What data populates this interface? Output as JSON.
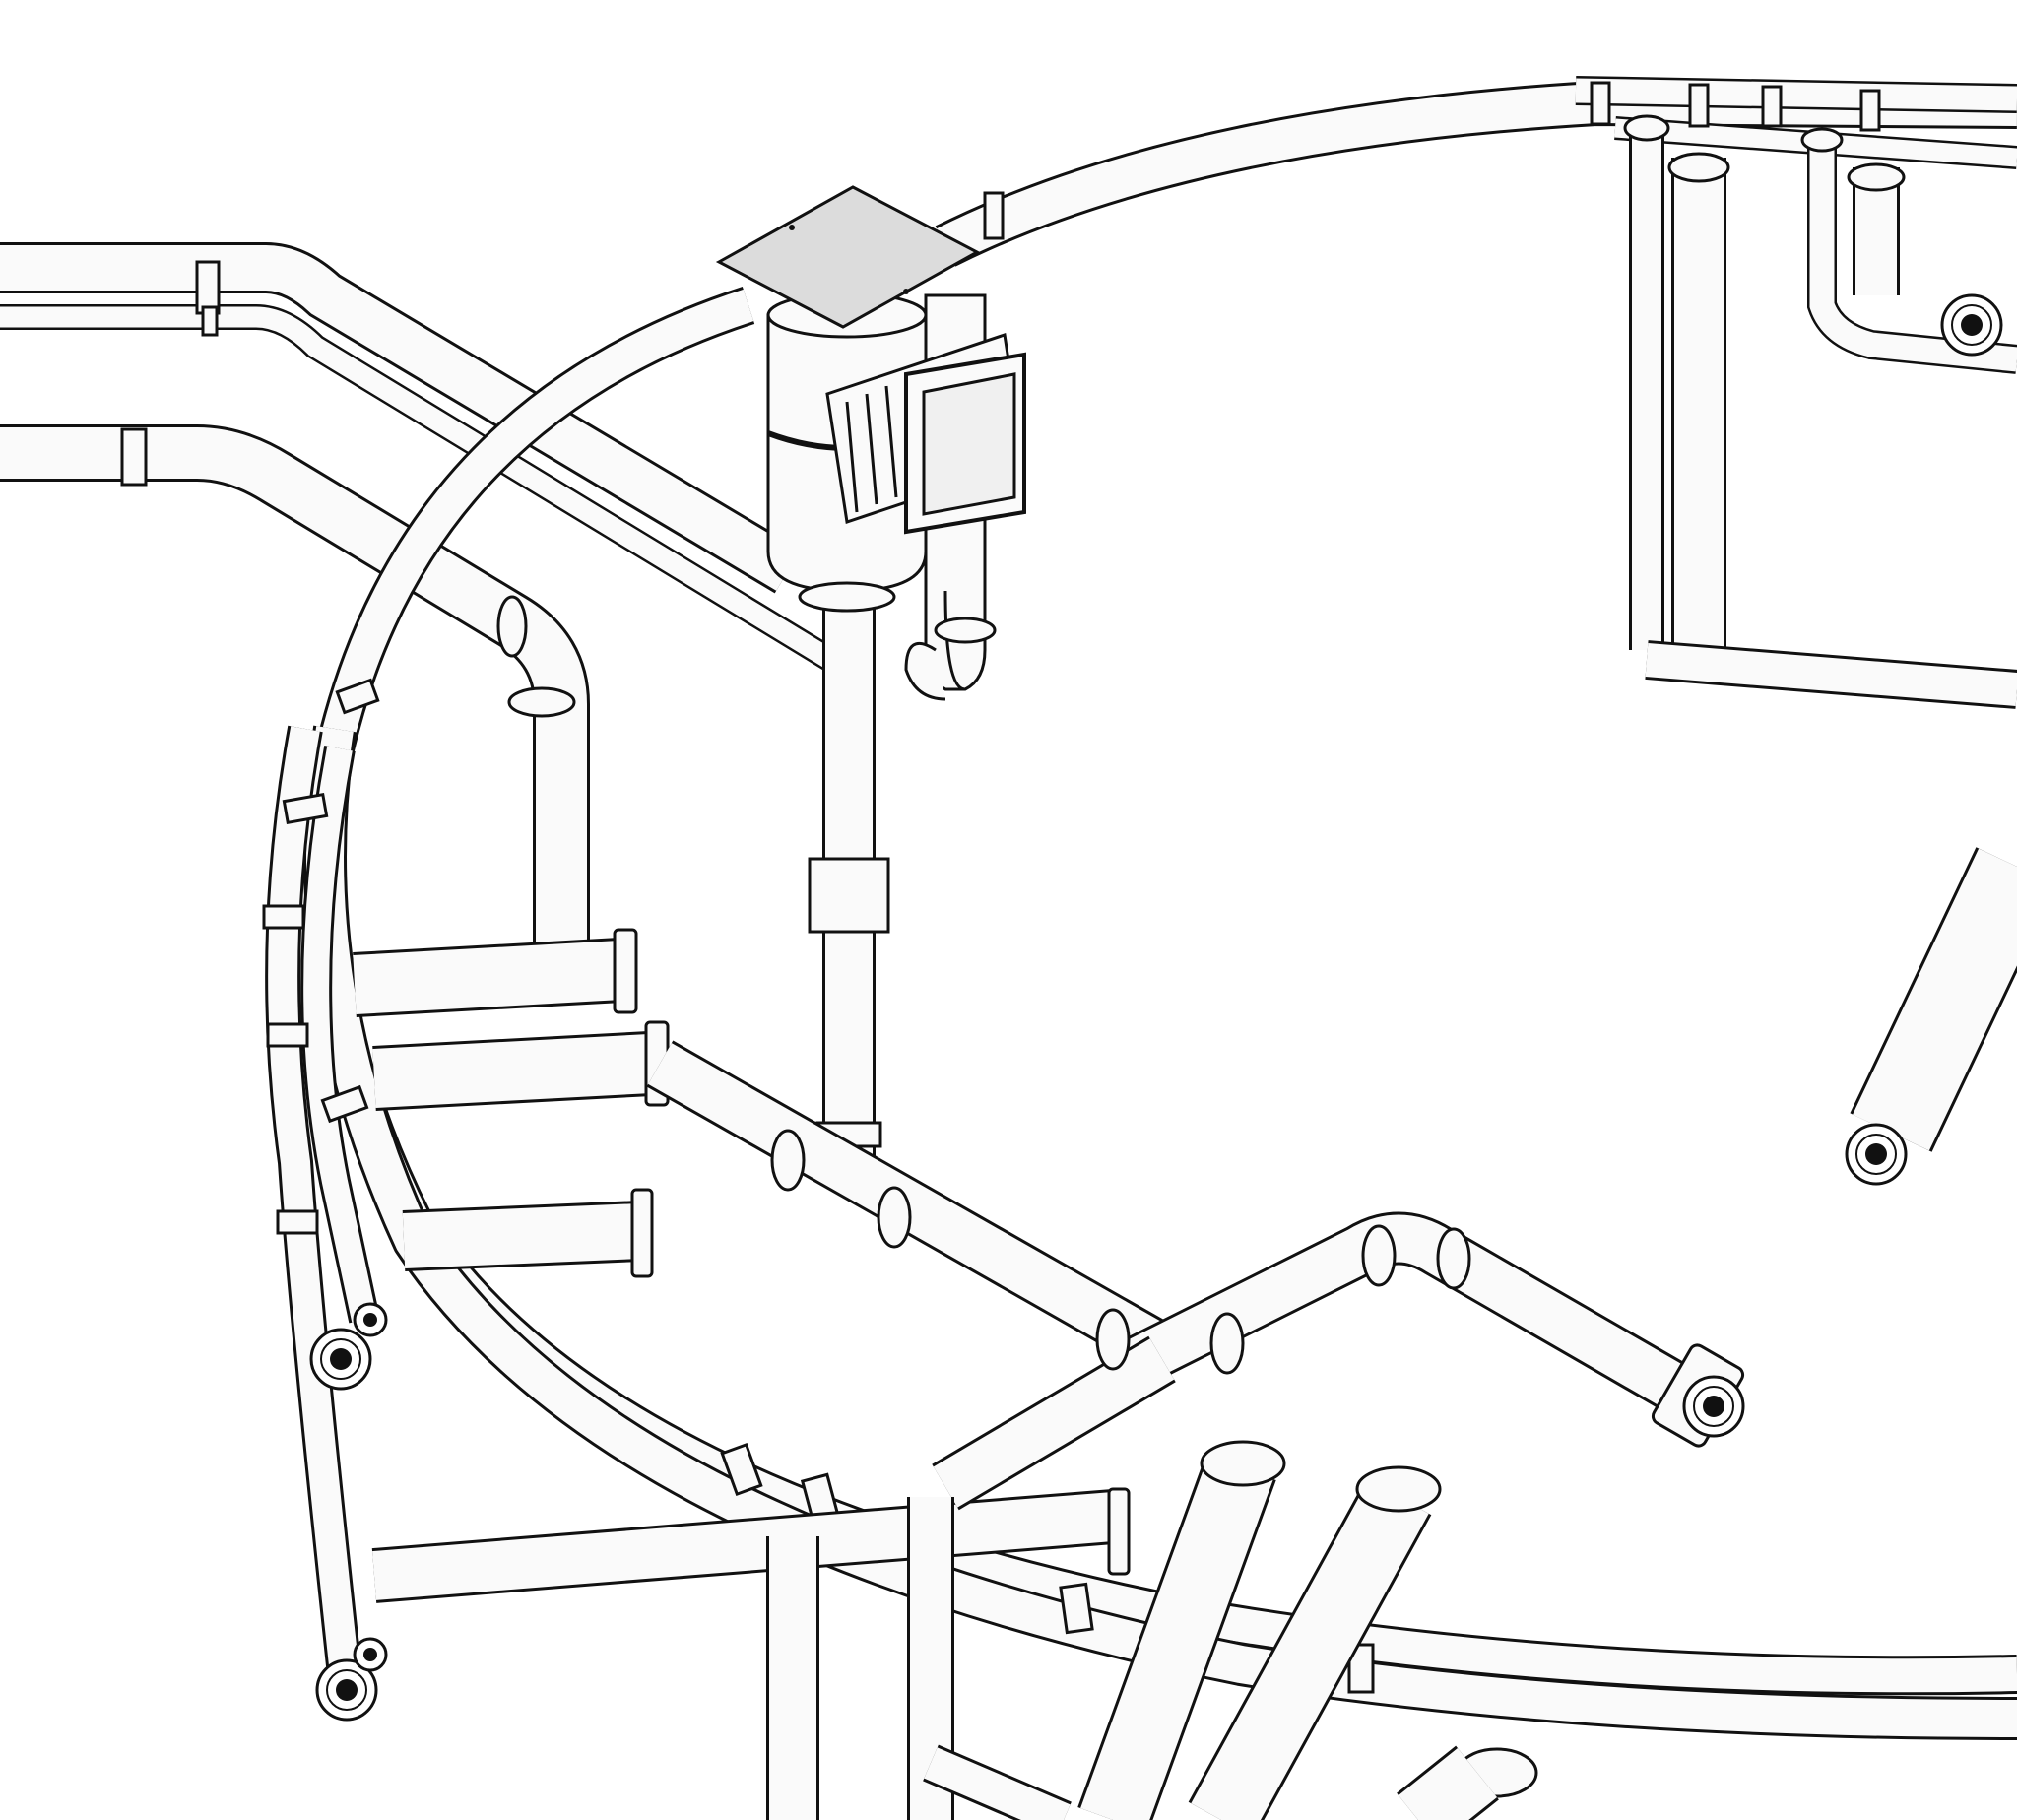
{
  "diagram": {
    "subject": "",
    "style": {
      "background": "#ffffff",
      "outline": "#111111",
      "pipe_fill": "#fafafa",
      "panel_fill": "#dcdcdc",
      "shadow": "#e6e6e6"
    },
    "components": [
      {
        "id": "skimmer",
        "kind": "skimmer"
      },
      {
        "id": "pipe-curved-rings",
        "kind": "curved-pipe"
      },
      {
        "id": "pipe-manifolds",
        "kind": "pipe-manifold"
      },
      {
        "id": "pipe-return-jets",
        "kind": "jet-fitting"
      },
      {
        "id": "pipe-threaded-caps",
        "kind": "threaded-cap"
      }
    ]
  }
}
